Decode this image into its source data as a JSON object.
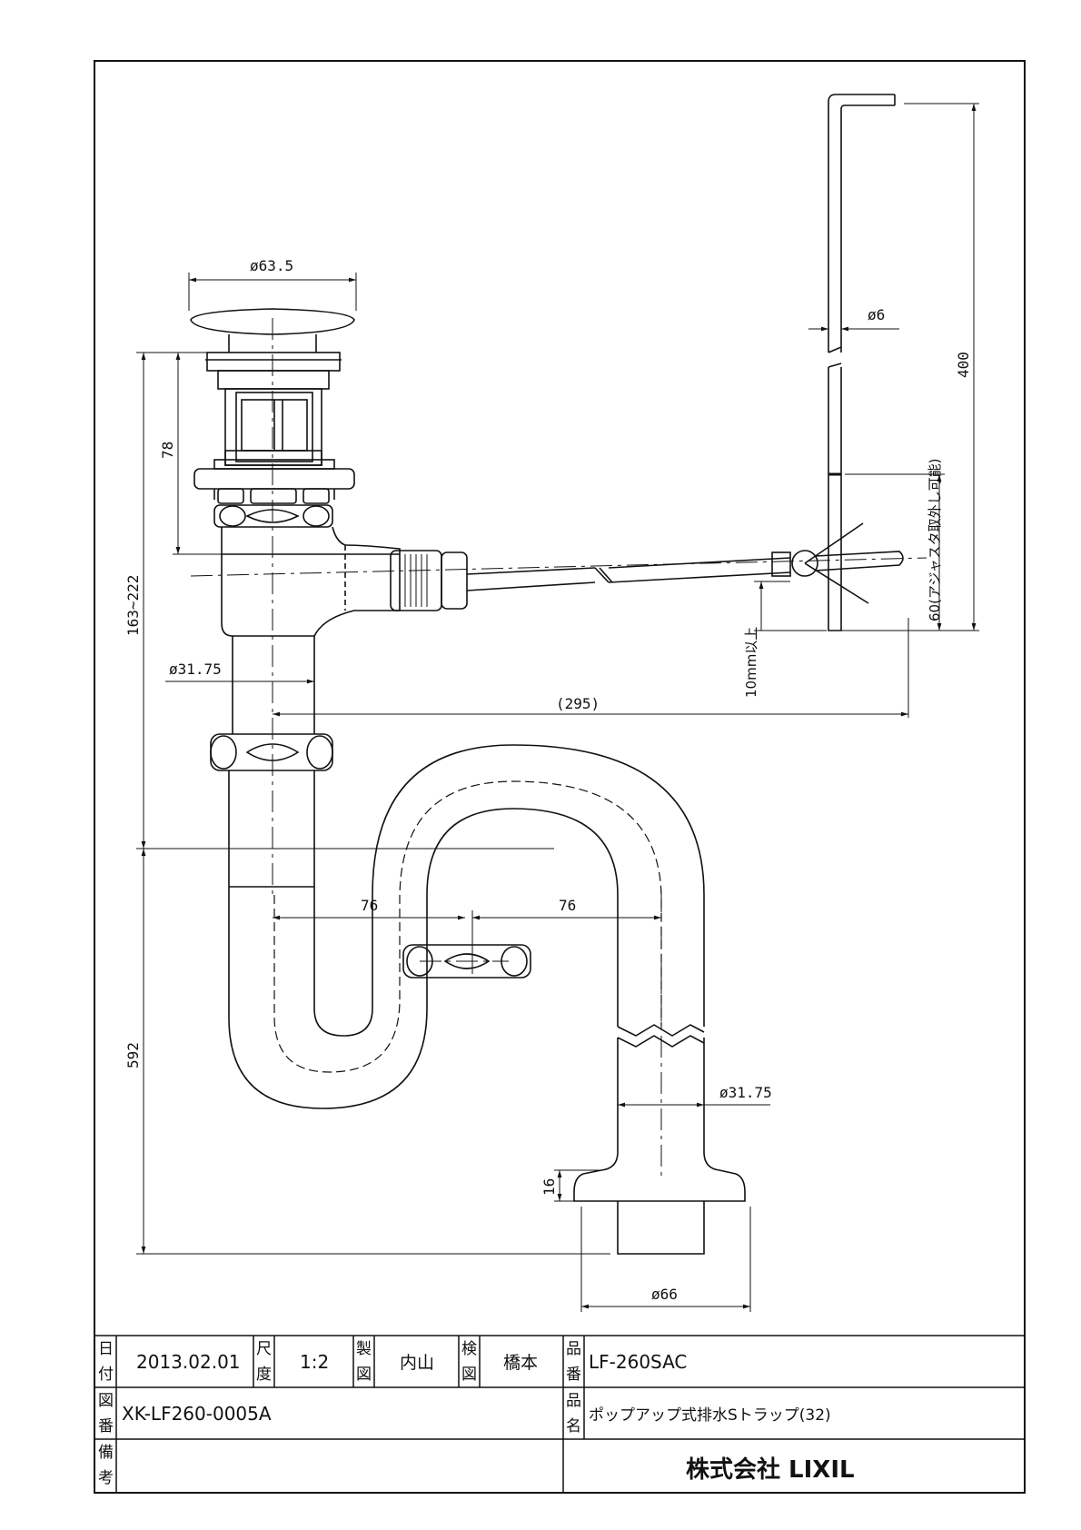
{
  "dimensions": {
    "d_plug": "ø63.5",
    "h_body": "78",
    "h_total": "163~222",
    "d_tail": "ø31.75",
    "d_rod": "ø6",
    "l_rod": "400",
    "adjust": "60(アジャスタ取外し可能)",
    "clearance": "10mm以上",
    "reach": "(295)",
    "trap_left": "76",
    "trap_right": "76",
    "h_trap": "592",
    "d_outlet": "ø31.75",
    "flange_h": "16",
    "d_flange": "ø66"
  },
  "title_block": {
    "date_label": [
      "日",
      "付"
    ],
    "date": "2013.02.01",
    "scale_label": [
      "尺",
      "度"
    ],
    "scale": "1:2",
    "drawn_label": [
      "製",
      "図"
    ],
    "drawn_by": "内山",
    "checked_label": [
      "検",
      "図"
    ],
    "checked_by": "橋本",
    "part_no_label": [
      "品",
      "番"
    ],
    "part_no": "LF-260SAC",
    "drawing_no_label": [
      "図",
      "番"
    ],
    "drawing_no": "XK-LF260-0005A",
    "part_name_label": [
      "品",
      "名"
    ],
    "part_name": "ポップアップ式排水Sトラップ(32)",
    "remarks_label": [
      "備",
      "考"
    ],
    "company": "株式会社 LIXIL"
  }
}
